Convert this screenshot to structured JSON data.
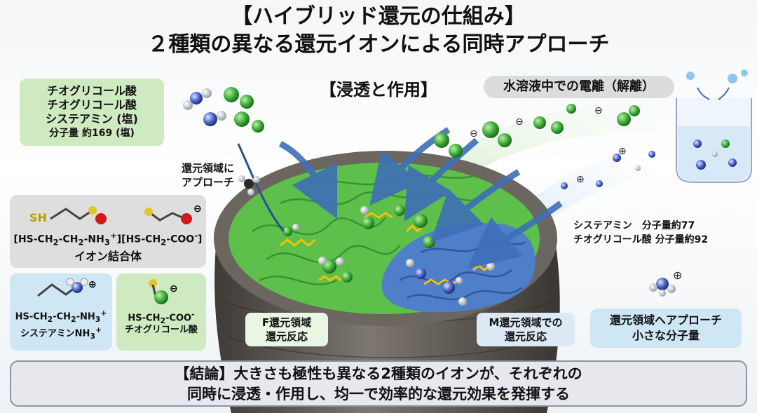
{
  "title": {
    "line1": "【ハイブリッド還元の仕組み】",
    "line2": "２種類の異なる還元イオンによる同時アプローチ"
  },
  "subtitle": "【浸透と作用】",
  "electrolysis": "水溶液中での電離（解離）",
  "compound_box": {
    "line1": "チオグリコール酸",
    "line2": "チオグリコール酸",
    "line3": "システアミン (塩)",
    "line4": "分子量 約169 (塩)"
  },
  "approach_label": {
    "line1": "還元領域に",
    "line2": "アプローチ"
  },
  "ion_complex": {
    "sh": "SH",
    "formula": "[HS-CH2-CH2-NH3+][HS-CH2-COO-]",
    "f_pre": "[HS-CH",
    "f_2a": "2",
    "f_mid1": "-CH",
    "f_2b": "2",
    "f_mid2": "-NH",
    "f_3": "3",
    "f_plus": "+",
    "f_mid3": "][HS-CH",
    "f_2c": "2",
    "f_mid4": "-COO",
    "f_minus": "-",
    "f_end": "]",
    "name": "イオン結合体"
  },
  "cysteamine_box": {
    "f_pre": "HS-CH",
    "f_2a": "2",
    "f_mid": "-CH",
    "f_2b": "2",
    "f_nh": "-NH",
    "f_3": "3",
    "f_plus": "+",
    "name_pre": "システアミンNH",
    "name_3": "3",
    "name_plus": "+"
  },
  "thioglycolic_box": {
    "f_pre": "HS-CH",
    "f_2": "2",
    "f_coo": "-COO",
    "f_minus": "-",
    "name": "チオグリコール酸"
  },
  "f_region": {
    "line1": "F還元領域",
    "line2": "還元反応"
  },
  "m_region": {
    "line1": "M還元領域での",
    "line2": "還元反応"
  },
  "weights": {
    "line1": "システアミン　分子量約77",
    "line2": "チオグリコール酸 分子量約92"
  },
  "small_molecule_box": {
    "line1": "還元領域へアプローチ",
    "line2": "小さな分子量"
  },
  "conclusion": {
    "line1": "【結論】大きさも極性も異なる2種類のイオンが、それぞれの",
    "line2": "同時に浸透・作用し、均一で効率的な還元効果を発揮する"
  },
  "symbols": {
    "plus": "⊕",
    "minus": "⊖"
  },
  "colors": {
    "cortex_green": "#5cc04a",
    "medulla_blue": "#4f7fc8",
    "hair_gray": "#5a5753",
    "arrow_blue": "#3f6fb8",
    "chain_yellow": "#f2c20a",
    "atom_green": "#3fae3a"
  }
}
